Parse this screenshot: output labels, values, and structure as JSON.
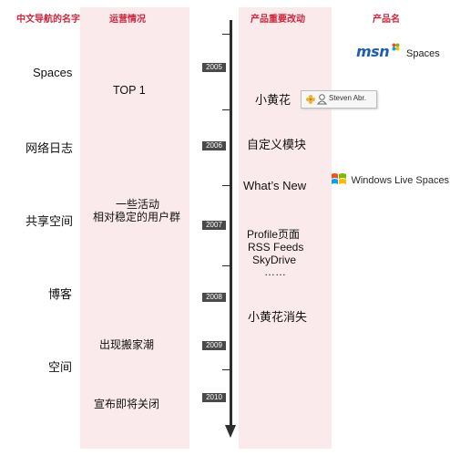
{
  "headers": {
    "chinese_name": "中文导航的名字",
    "operations": "运营情况",
    "changes": "产品重要改动",
    "product_name": "产品名"
  },
  "names": [
    "Spaces",
    "网络日志",
    "共享空间",
    "博客",
    "空间"
  ],
  "operations": {
    "top1": "TOP 1",
    "activity_line1": "一些活动",
    "activity_line2": "相对稳定的用户群",
    "migration": "出现搬家潮",
    "closing": "宣布即将关闭"
  },
  "years": [
    "2005",
    "2006",
    "2007",
    "2008",
    "2009",
    "2010"
  ],
  "changes": {
    "little_flower": "小黄花",
    "custom_modules": "自定义模块",
    "whats_new": "What’s New",
    "profile_page": "Profile页面",
    "rss_feeds": "RSS Feeds",
    "skydrive": "SkyDrive",
    "ellipsis": "……",
    "flower_gone": "小黄花消失"
  },
  "profile_chip": {
    "label": "Steven Abr."
  },
  "products": {
    "msn_word": "msn",
    "msn_spaces": "Spaces",
    "windows_live_spaces": "Windows Live Spaces"
  },
  "colors": {
    "header_red": "#d0243a",
    "band_pink": "#fbeaec",
    "axis": "#2d2d2d",
    "msn_blue": "#1a5fb4"
  }
}
